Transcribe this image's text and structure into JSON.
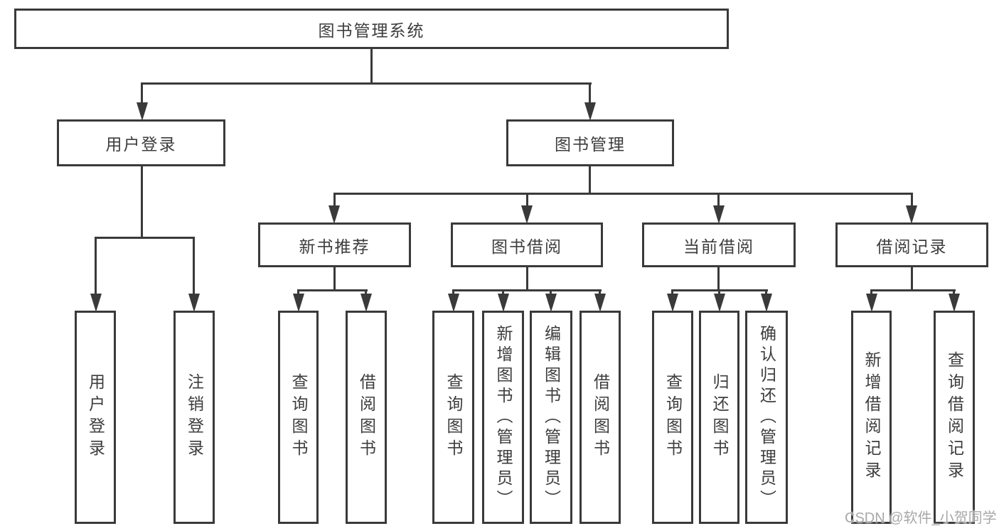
{
  "diagram": {
    "root": "图书管理系统",
    "level2": {
      "user_login": "用户登录",
      "book_mgmt": "图书管理"
    },
    "level3": {
      "new_books": "新书推荐",
      "book_borrow": "图书借阅",
      "current_borrow": "当前借阅",
      "borrow_records": "借阅记录"
    },
    "leaves": {
      "user_login": [
        "用户登录",
        "注销登录"
      ],
      "new_books": [
        "查询图书",
        "借阅图书"
      ],
      "book_borrow": [
        "查询图书",
        "新增图书（管理员）",
        "编辑图书（管理员）",
        "借阅图书"
      ],
      "current_borrow": [
        "查询图书",
        "归还图书",
        "确认归还（管理员）"
      ],
      "borrow_records": [
        "新增借阅记录",
        "查询借阅记录"
      ]
    }
  },
  "watermark": "CSDN @软件_小贺同学",
  "colors": {
    "line": "#3a3a3a",
    "text": "#3d3d3d",
    "background": "#ffffff",
    "watermark": "#a8a8a8"
  }
}
